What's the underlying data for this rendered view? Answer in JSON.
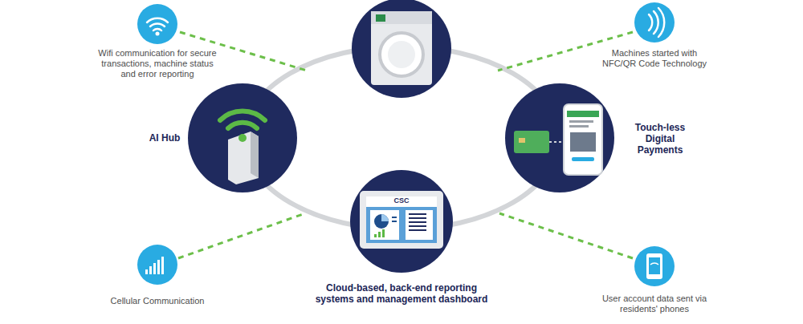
{
  "diagram": {
    "nodes": [
      {
        "text": [
          "Wifi communication for secure transactions, machine status and error reporting"
        ]
      },
      {
        "text": [
          "Machines started with NFC/QR Code Technology"
        ]
      },
      {
        "text": [
          "AI Hub"
        ]
      },
      {
        "text": [
          "Touch-less Digital Payments"
        ]
      },
      {
        "text": [
          "Cloud-based, back-end reporting systems and management dashboard"
        ]
      },
      {
        "text": [
          "Cellular Communication"
        ]
      },
      {
        "text": [
          "User account data sent via residents' phones"
        ]
      }
    ],
    "labels": [
      "CSC"
    ]
  }
}
